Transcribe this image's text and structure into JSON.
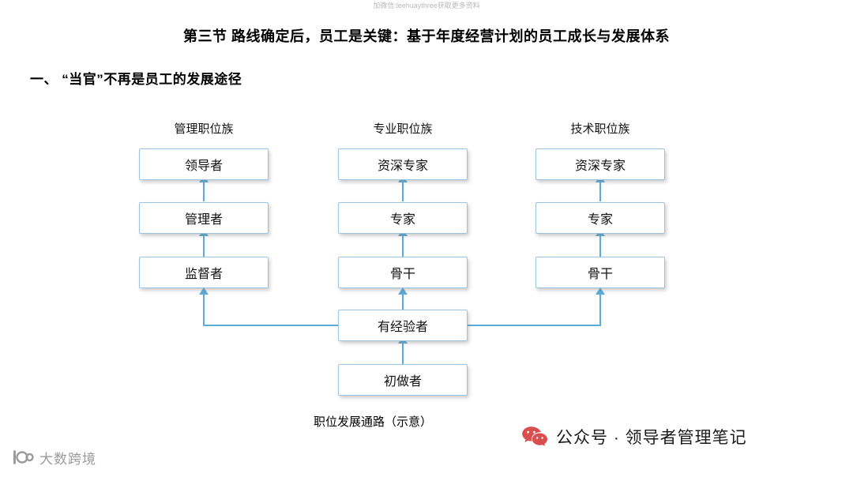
{
  "top_watermark": "加微信:leehuaythree获取更多资料",
  "headings": {
    "section_title": "第三节  路线确定后，员工是关键：基于年度经营计划的员工成长与发展体系",
    "subsection": "一、 “当官”不再是员工的发展途径"
  },
  "diagram": {
    "columns": [
      {
        "header": "管理职位族",
        "nodes": [
          "领导者",
          "管理者",
          "监督者"
        ]
      },
      {
        "header": "专业职位族",
        "nodes": [
          "资深专家",
          "专家",
          "骨干"
        ]
      },
      {
        "header": "技术职位族",
        "nodes": [
          "资深专家",
          "专家",
          "骨干"
        ]
      }
    ],
    "shared_nodes": [
      "有经验者",
      "初做者"
    ],
    "caption": "职位发展通路（示意）",
    "line_color": "#5bacd8",
    "box_border_color": "#9cc3e0"
  },
  "watermarks": {
    "wechat_label": "公众号 · 领导者管理笔记",
    "wechat_icon": "wechat-icon",
    "site_label": "大数跨境",
    "site_icon": "dashuakuajing-logo"
  }
}
